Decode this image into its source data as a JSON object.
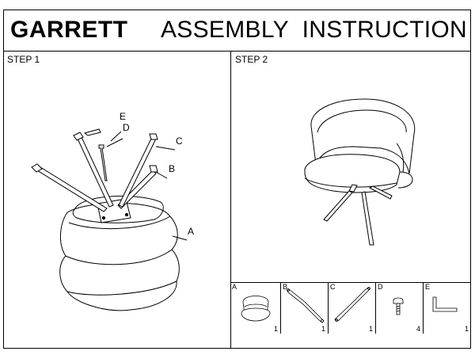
{
  "header": {
    "brand": "GARRETT",
    "title": "ASSEMBLY  INSTRUCTION"
  },
  "steps": [
    {
      "label": "STEP 1"
    },
    {
      "label": "STEP 2"
    }
  ],
  "callouts": {
    "a": "A",
    "b": "B",
    "c": "C",
    "d": "D",
    "e": "E"
  },
  "parts": [
    {
      "letter": "A",
      "qty": "1"
    },
    {
      "letter": "B",
      "qty": "1"
    },
    {
      "letter": "C",
      "qty": "1"
    },
    {
      "letter": "D",
      "qty": "4"
    },
    {
      "letter": "E",
      "qty": "1"
    }
  ]
}
